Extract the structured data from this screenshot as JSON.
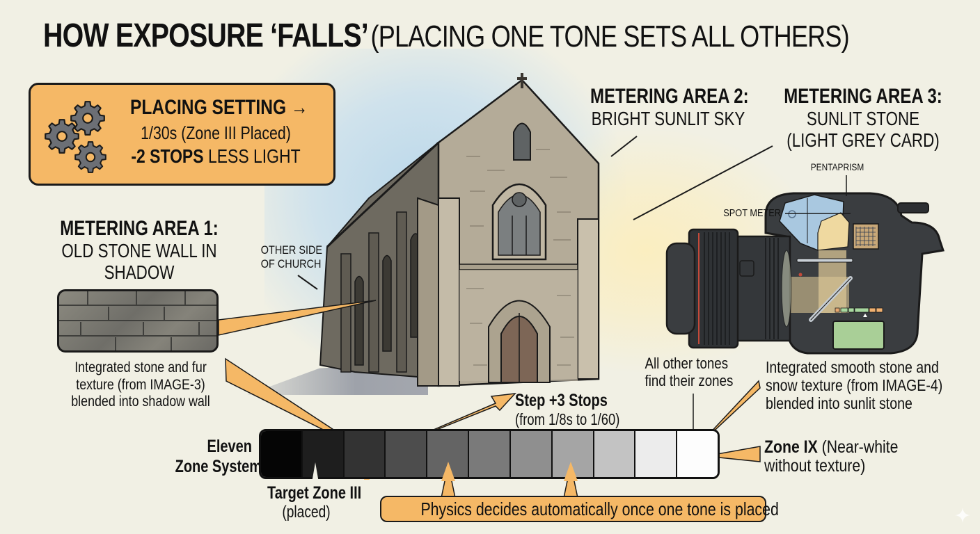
{
  "title": {
    "bold": "HOW EXPOSURE ‘FALLS’",
    "light": "(PLACING ONE TONE SETS ALL OTHERS)"
  },
  "setting_box": {
    "icon": "gears-icon",
    "heading": "PLACING SETTING →",
    "shutter": "1/30s (Zone III Placed)",
    "stops_bold": "-2 STOPS",
    "stops_rest": " LESS LIGHT"
  },
  "metering_areas": [
    {
      "heading": "METERING AREA 1:",
      "lines": [
        "OLD STONE WALL IN",
        "SHADOW"
      ],
      "caption": [
        "Integrated stone and fur",
        "texture (from IMAGE-3)",
        "blended into shadow wall"
      ]
    },
    {
      "heading": "METERING AREA 2:",
      "lines": [
        "BRIGHT SUNLIT SKY"
      ]
    },
    {
      "heading": "METERING AREA 3:",
      "lines": [
        "SUNLIT STONE",
        "(LIGHT GREY CARD)"
      ],
      "caption": [
        "Integrated smooth stone and",
        "snow texture (from IMAGE-4)",
        "blended into sunlit stone"
      ]
    }
  ],
  "church_note": [
    "OTHER SIDE",
    "OF CHURCH"
  ],
  "camera": {
    "pentaprism_label": "PENTAPRISM",
    "spot_meter_label": "SPOT METER",
    "meter_segments": [
      "#e8a870",
      "#a8d8a0",
      "#a8d8a0",
      "#a8d8a0",
      "#f0b070",
      "#f0b070"
    ],
    "lcd_color": "#a9cf97"
  },
  "zone_system": {
    "label": [
      "Eleven",
      "Zone System"
    ],
    "zones": [
      "#050505",
      "#1e1e1e",
      "#333333",
      "#4d4d4d",
      "#646464",
      "#7a7a7a",
      "#8f8f8f",
      "#a5a5a5",
      "#c3c3c3",
      "#ececec",
      "#fdfdfd"
    ],
    "target": {
      "heading": "Target Zone III",
      "sub": "(placed)"
    },
    "step": {
      "heading": "Step +3 Stops",
      "sub": "(from 1/8s to 1/60)"
    },
    "other_tones": [
      "All other tones",
      "find their zones"
    ],
    "zone9": {
      "bold": "Zone IX",
      "rest": " (Near-white",
      "line2": "without texture)"
    },
    "physics_note": "Physics decides automatically once one tone is placed"
  },
  "colors": {
    "accent_orange": "#f5b866",
    "background": "#f1f0e4",
    "sky_blue": "#b9d7ea",
    "outline": "#1a1a1a"
  }
}
